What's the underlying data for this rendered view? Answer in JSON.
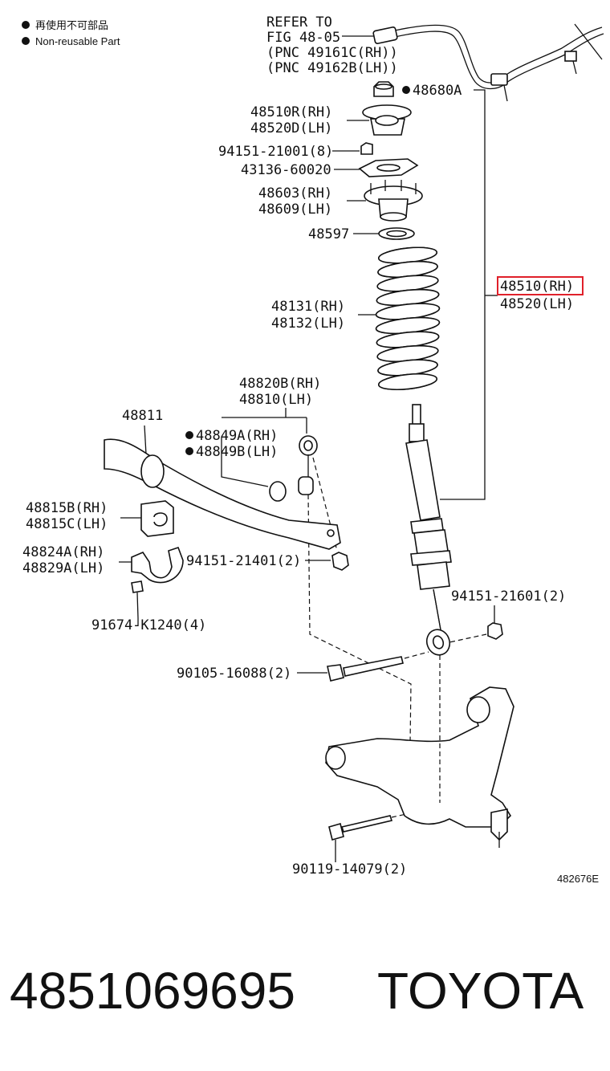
{
  "legend": {
    "items": [
      {
        "text": "再使用不可部品"
      },
      {
        "text": "Non-reusable Part"
      }
    ]
  },
  "callouts": {
    "refer": [
      "REFER TO",
      "FIG 48-05",
      "(PNC 49161C(RH))",
      "(PNC 49162B(LH))"
    ],
    "p48680A": "48680A",
    "p48510R": "48510R(RH)",
    "p48520D": "48520D(LH)",
    "p94151_21001": "94151-21001(8)",
    "p43136": "43136-60020",
    "p48603": "48603(RH)",
    "p48609": "48609(LH)",
    "p48597": "48597",
    "p48510_rh": "48510(RH)",
    "p48520_lh": "48520(LH)",
    "p48131": "48131(RH)",
    "p48132": "48132(LH)",
    "p48820B": "48820B(RH)",
    "p48810": "48810(LH)",
    "p48811": "48811",
    "p48849A": "48849A(RH)",
    "p48849B": "48849B(LH)",
    "p48815B": "48815B(RH)",
    "p48815C": "48815C(LH)",
    "p48824A": "48824A(RH)",
    "p48829A": "48829A(LH)",
    "p94151_21401": "94151-21401(2)",
    "p91674": "91674-K1240(4)",
    "p94151_21601": "94151-21601(2)",
    "p90105": "90105-16088(2)",
    "p90119": "90119-14079(2)"
  },
  "figure_code": "482676E",
  "footer": {
    "part_number": "4851069695",
    "brand": "TOYOTA"
  },
  "highlight_color": "#e0202a"
}
